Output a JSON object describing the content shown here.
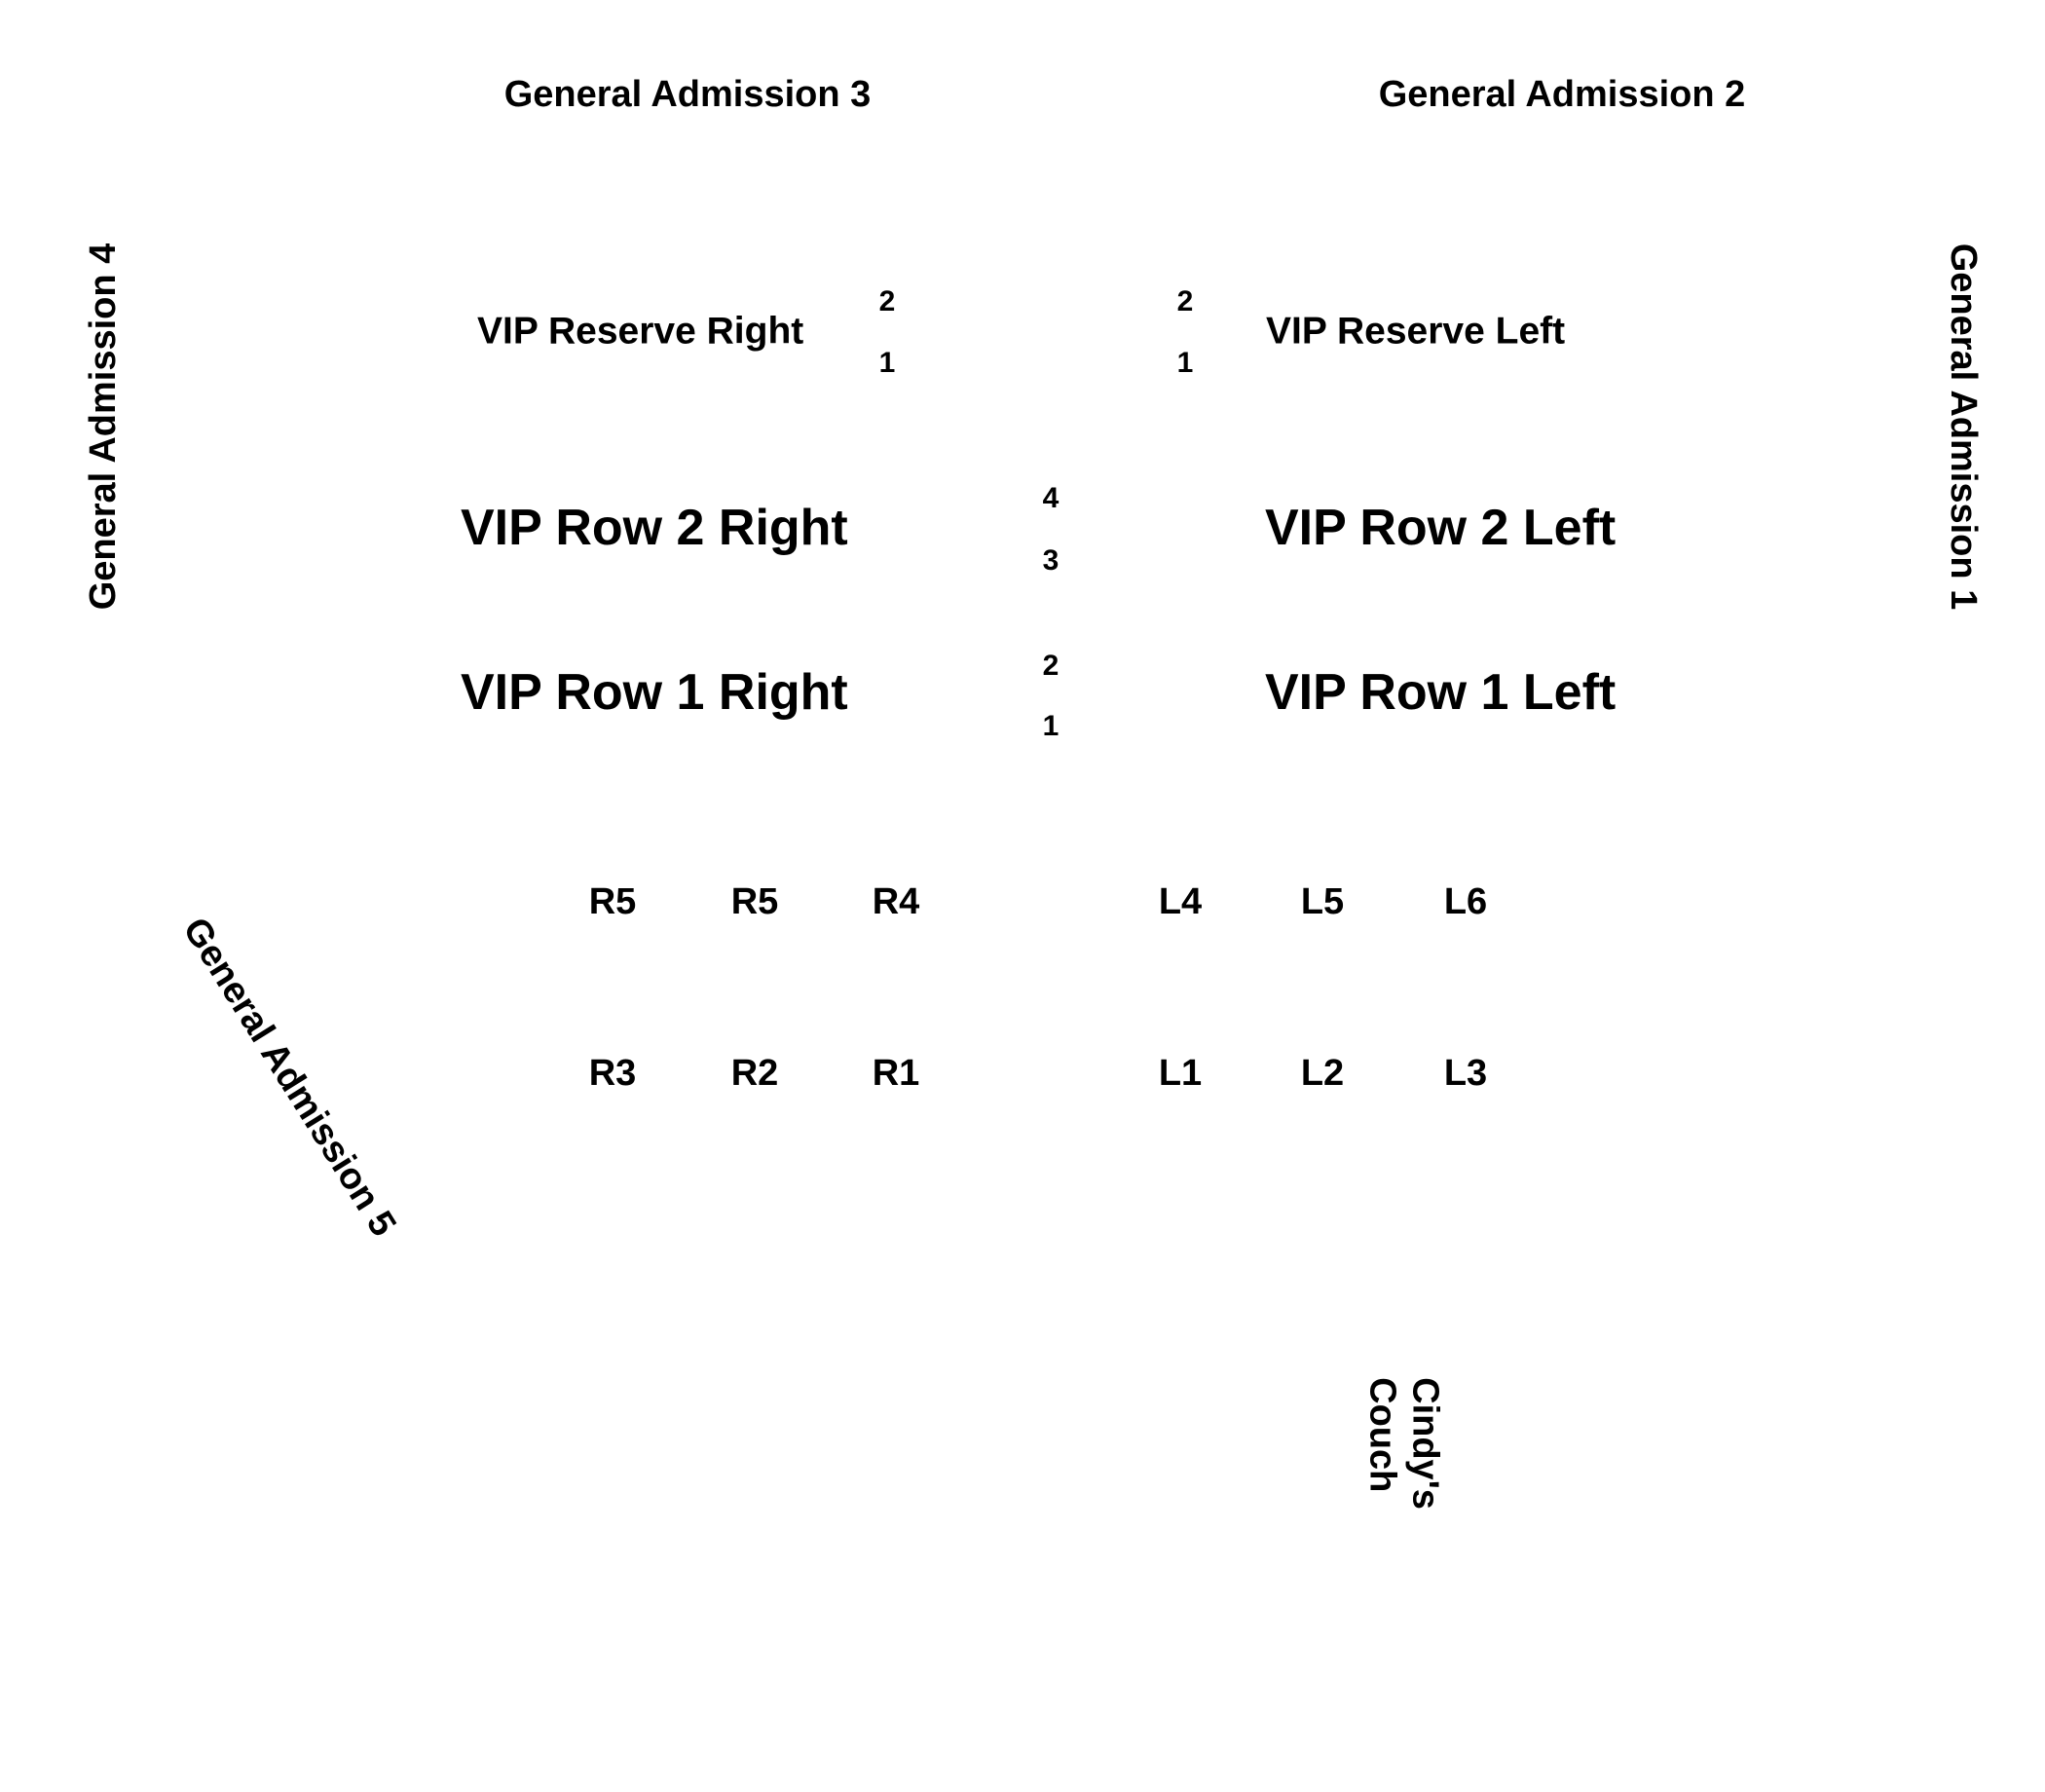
{
  "sections": {
    "ga3": "General Admission 3",
    "ga2": "General Admission 2",
    "ga4": "General Admission 4",
    "ga1": "General Admission 1",
    "ga5": "General Admission 5"
  },
  "reserve": {
    "right_label": "VIP Reserve Right",
    "left_label": "VIP Reserve Left",
    "right_seats": [
      "2",
      "1"
    ],
    "left_seats": [
      "2",
      "1"
    ]
  },
  "rows": {
    "row2_right": "VIP Row 2 Right",
    "row2_left": "VIP Row 2 Left",
    "row1_right": "VIP Row 1 Right",
    "row1_left": "VIP Row 1 Left",
    "center_seats": [
      "4",
      "3",
      "2",
      "1"
    ]
  },
  "tables": {
    "upper": [
      "R5",
      "R5",
      "R4",
      "L4",
      "L5",
      "L6"
    ],
    "lower": [
      "R3",
      "R2",
      "R1",
      "L1",
      "L2",
      "L3"
    ]
  },
  "couch": {
    "line1": "Cindy's",
    "line2": "Couch"
  }
}
